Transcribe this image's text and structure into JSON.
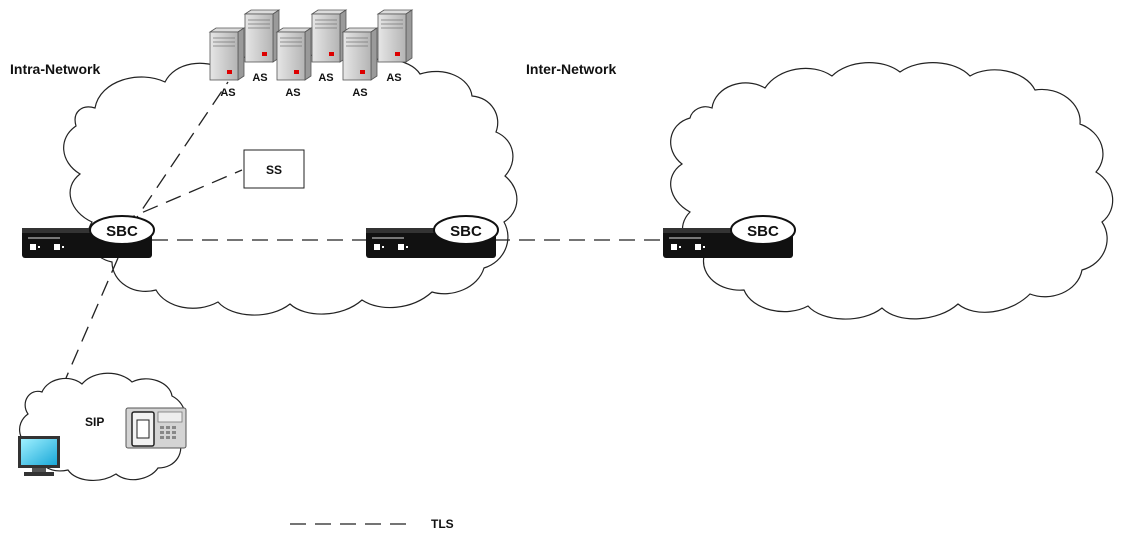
{
  "labels": {
    "intra_network": "Intra-Network",
    "inter_network": "Inter-Network",
    "sip": "SIP",
    "ss": "SS",
    "sbc": "SBC",
    "as": "AS"
  },
  "legend": {
    "tls": "TLS"
  },
  "colors": {
    "line": "#222222",
    "server_body": "#c8c8c8",
    "server_led": "#dd0000",
    "monitor_screen": "#33c8ee",
    "sbc_body": "#111111"
  }
}
